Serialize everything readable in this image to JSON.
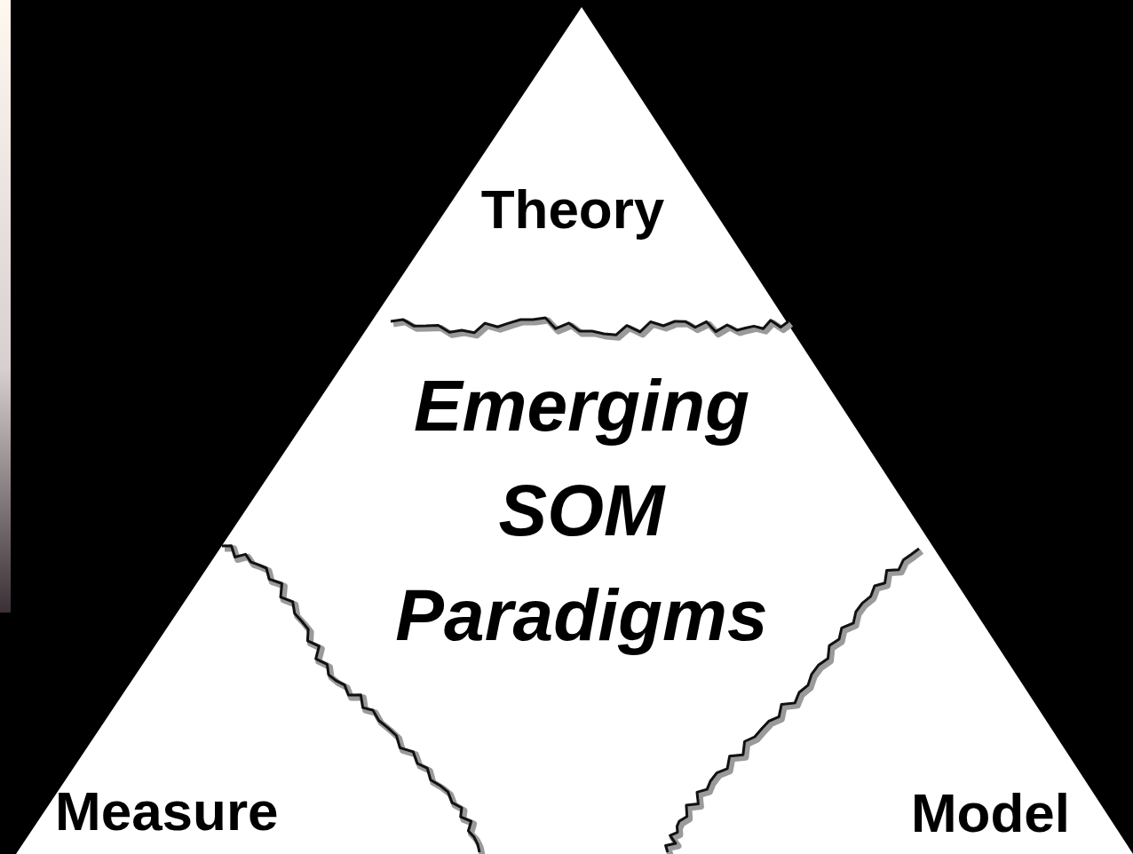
{
  "diagram": {
    "nodes": [
      {
        "text": [
          "Theory",
          "Emerging SOM Paradigms",
          "Measure",
          "Model"
        ]
      }
    ]
  }
}
